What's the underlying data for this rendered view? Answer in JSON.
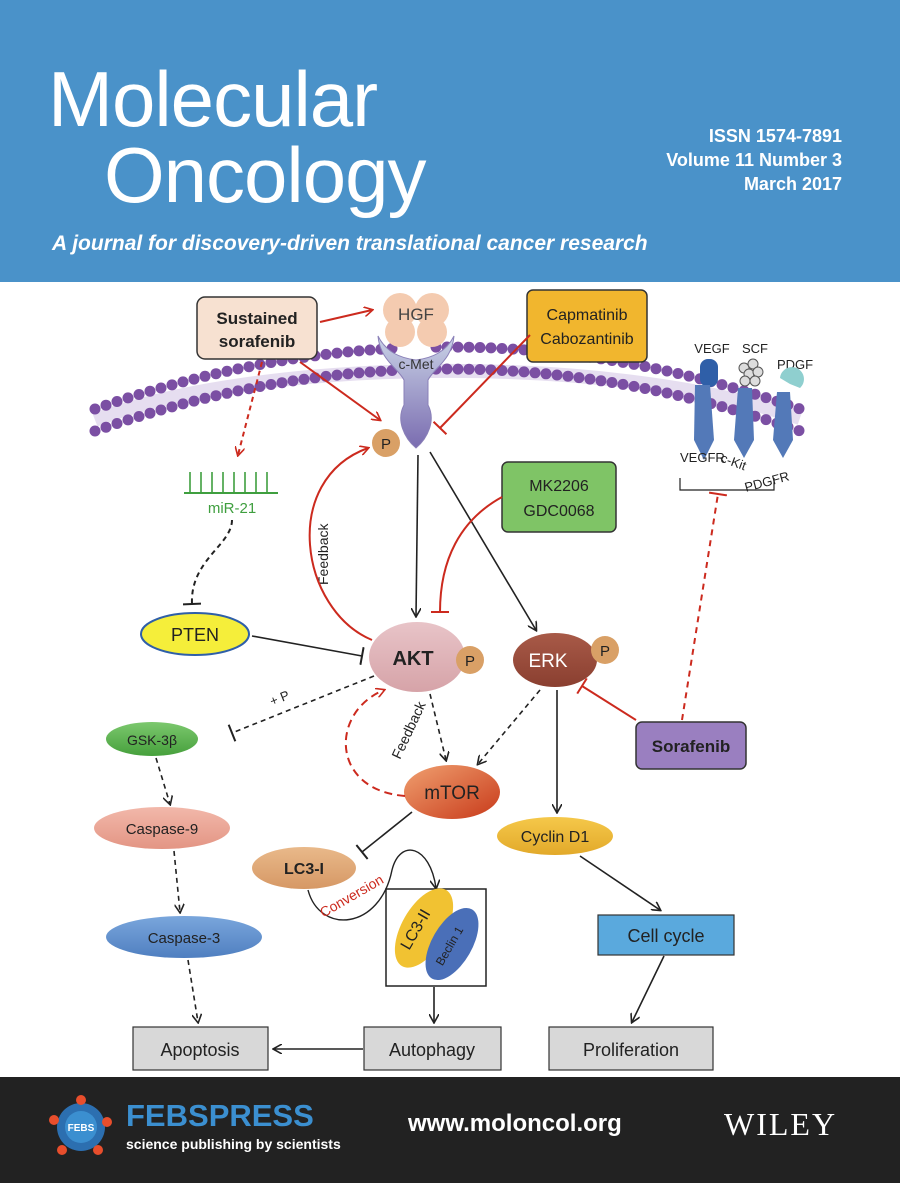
{
  "journal": {
    "title_line1": "Molecular",
    "title_line2": "Oncology",
    "issn": "ISSN 1574-7891",
    "volume": "Volume 11 Number 3",
    "date": "March 2017",
    "tagline": "A journal for discovery-driven translational cancer research",
    "header_color": "#4a92c9"
  },
  "diagram": {
    "sustained_line1": "Sustained",
    "sustained_line2": "sorafenib",
    "hgf": "HGF",
    "cmet": "c-Met",
    "capmatinib": "Capmatinib",
    "cabozantinib": "Cabozantinib",
    "vegf": "VEGF",
    "scf": "SCF",
    "pdgf": "PDGF",
    "vegfr": "VEGFR",
    "ckit": "c-Kit",
    "pdgfr": "PDGFR",
    "p": "P",
    "mir21": "miR-21",
    "feedback": "Feedback",
    "mk2206": "MK2206",
    "gdc0068": "GDC0068",
    "pten": "PTEN",
    "akt": "AKT",
    "erk": "ERK",
    "plus_p": "+ P",
    "gsk3b": "GSK-3β",
    "sorafenib": "Sorafenib",
    "mtor": "mTOR",
    "caspase9": "Caspase-9",
    "cyclin_d1": "Cyclin D1",
    "lc3i": "LC3-I",
    "conversion": "Conversion",
    "lc3ii": "LC3-II",
    "beclin1": "Beclin 1",
    "caspase3": "Caspase-3",
    "cell_cycle": "Cell cycle",
    "apoptosis": "Apoptosis",
    "autophagy": "Autophagy",
    "proliferation": "Proliferation"
  },
  "footer": {
    "febs_name": "FEBS",
    "febs_press": "PRESS",
    "febs_logo_text": "FEBS",
    "febs_sub": "science publishing by scientists",
    "url": "www.moloncol.org",
    "wiley": "WILEY"
  },
  "colors": {
    "footer": "#222222",
    "arrow_red": "#cc2a1e",
    "membrane": "#7b4fa3"
  }
}
